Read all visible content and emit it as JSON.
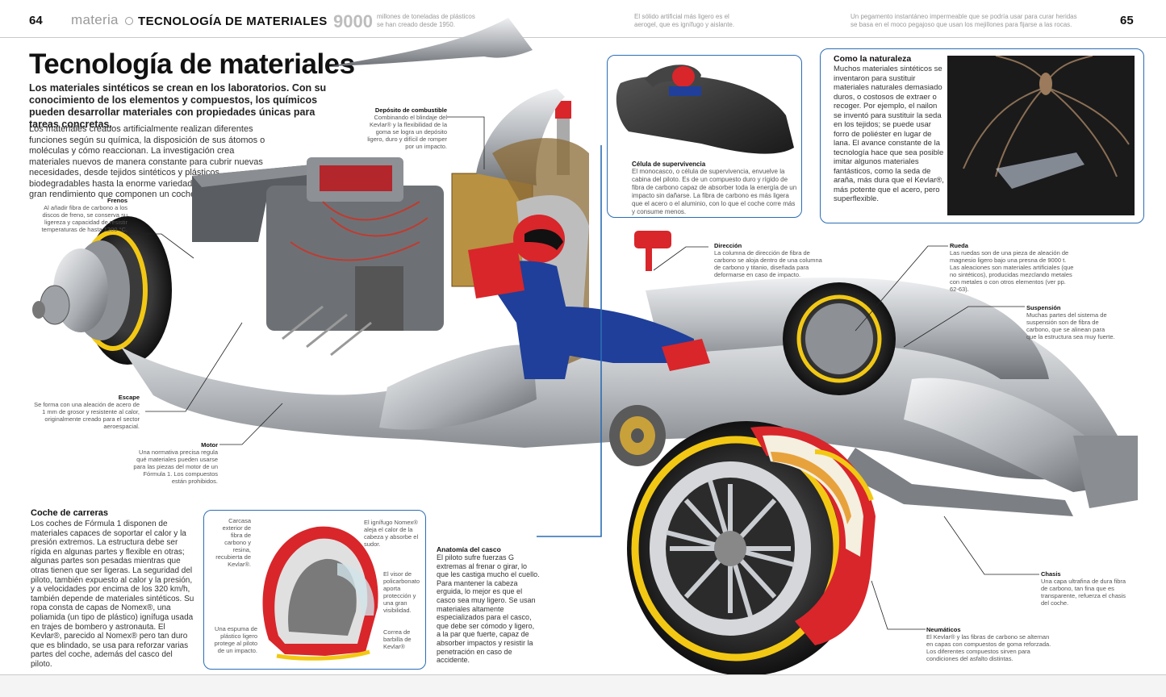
{
  "header": {
    "page_left": "64",
    "section": "materia",
    "title": "TECNOLOGÍA DE MATERIALES",
    "fact1_num": "9000",
    "fact1_line1": "millones de toneladas de plásticos",
    "fact1_line2": "se han creado desde 1950.",
    "fact2_line1": "El sólido artificial más ligero es el",
    "fact2_line2": "aerogel, que es ignífugo y aislante.",
    "fact3_line1": "Un pegamento instantáneo impermeable que se podría usar para curar heridas",
    "fact3_line2": "se basa en el moco pegajoso que usan los mejillones para fijarse a las rocas.",
    "page_right": "65"
  },
  "title": "Tecnología de materiales",
  "lead": "Los materiales sintéticos se crean en los laboratorios. Con su conocimiento de los elementos y compuestos, los químicos pueden desarrollar materiales con propiedades únicas para tareas concretas.",
  "body": "Los materiales creados artificialmente realizan diferentes funciones según su química, la disposición de sus átomos o moléculas y cómo reaccionan. La investigación crea materiales nuevos de manera constante para cubrir nuevas necesidades, desde tejidos sintéticos y plásticos biodegradables hasta la enorme variedad de materiales de gran rendimiento que componen un coche de carreras.",
  "labels": {
    "deposito_h": "Depósito de combustible",
    "deposito_t": "Combinando el blindaje del Kevlar® y la flexibilidad de la goma se logra un depósito ligero, duro y difícil de romper por un impacto.",
    "frenos_h": "Frenos",
    "frenos_t": "Al añadir fibra de carbono a los discos de freno, se conserva su ligereza y capacidad de resistir temperaturas de hasta 1200 °C.",
    "escape_h": "Escape",
    "escape_t": "Se forma con una aleación de acero de 1 mm de grosor y resistente al calor, originalmente creado para el sector aeroespacial.",
    "motor_h": "Motor",
    "motor_t": "Una normativa precisa regula qué materiales pueden usarse para las piezas del motor de un Fórmula 1. Los compuestos están prohibidos.",
    "celula_h": "Célula de supervivencia",
    "celula_t": "El monocasco, o célula de supervivencia, envuelve la cabina del piloto. Es de un compuesto duro y rígido de fibra de carbono capaz de absorber toda la energía de un impacto sin dañarse. La fibra de carbono es más ligera que el acero o el aluminio, con lo que el coche corre más y consume menos.",
    "direccion_h": "Dirección",
    "direccion_t": "La columna de dirección de fibra de carbono se aloja dentro de una columna de carbono y titanio, diseñada para deformarse en caso de impacto.",
    "rueda_h": "Rueda",
    "rueda_t": "Las ruedas son de una pieza de aleación de magnesio ligero bajo una presna de 9000 t. Las aleaciones son materiales artificiales (que no sintéticos), producidas mezclando metales con metales o con otros elementos (ver pp. 62-63).",
    "suspension_h": "Suspensión",
    "suspension_t": "Muchas partes del sistema de suspensión son de fibra de carbono, que se alinean para que la estructura sea muy fuerte.",
    "chasis_h": "Chasis",
    "chasis_t": "Una capa ultrafina de dura fibra de carbono, tan fina que es transparente, refuerza el chasis del coche.",
    "neumaticos_h": "Neumáticos",
    "neumaticos_t": "El Kevlar® y las fibras de carbono se alternan en capas con compuestos de goma reforzada. Los diferentes compuestos sirven para condiciones del asfalto distintas.",
    "casco_h": "Anatomía del casco",
    "casco_t": "El piloto sufre fuerzas G extremas al frenar o girar, lo que les castiga mucho el cuello. Para mantener la cabeza erguida, lo mejor es que el casco sea muy ligero. Se usan materiales altamente especializados para el casco, que debe ser cómodo y ligero, a la par que fuerte, capaz de absorber impactos y resistir la penetración en caso de accidente."
  },
  "coche": {
    "h": "Coche de carreras",
    "t": "Los coches de Fórmula 1 disponen de materiales capaces de soportar el calor y la presión extremos. La estructura debe ser rígida en algunas partes y flexible en otras; algunas partes son pesadas mientras que otras tienen que ser ligeras. La seguridad del piloto, también expuesto al calor y la presión, y a velocidades por encima de los 320 km/h, también depende de materiales sintéticos. Su ropa consta de capas de Nomex®, una poliamida (un tipo de plástico) ignífuga usada en trajes de bombero y astronauta. El Kevlar®, parecido al Nomex® pero tan duro que es blindado, se usa para reforzar varias partes del coche, además del casco del piloto."
  },
  "helmet": {
    "carcasa": "Carcasa exterior de fibra de carbono y resina, recubierta de Kevlar®.",
    "espuma": "Una espuma de plástico ligero protege al piloto de un impacto.",
    "nomex": "El ignífugo Nomex® aleja el calor de la cabeza y absorbe el sudor.",
    "visor": "El visor de policarbonato aporta protección y una gran visibilidad.",
    "correa": "Correa de barbilla de Kevlar®"
  },
  "naturaleza": {
    "h": "Como la naturaleza",
    "t": "Muchos materiales sintéticos se inventaron para sustituir materiales naturales demasiado duros, o costosos de extraer o recoger. Por ejemplo, el nailon se inventó para sustituir la seda en los tejidos; se puede usar forro de poliéster en lugar de lana. El avance constante de la tecnología hace que sea posible imitar algunos materiales fantásticos, como la seda de araña, más dura que el Kevlar®, más potente que el acero, pero superflexible."
  },
  "colors": {
    "accent": "#2a6db5",
    "car_silver": "#b9bcc0",
    "red": "#d8262b",
    "yellow": "#f2c814"
  }
}
